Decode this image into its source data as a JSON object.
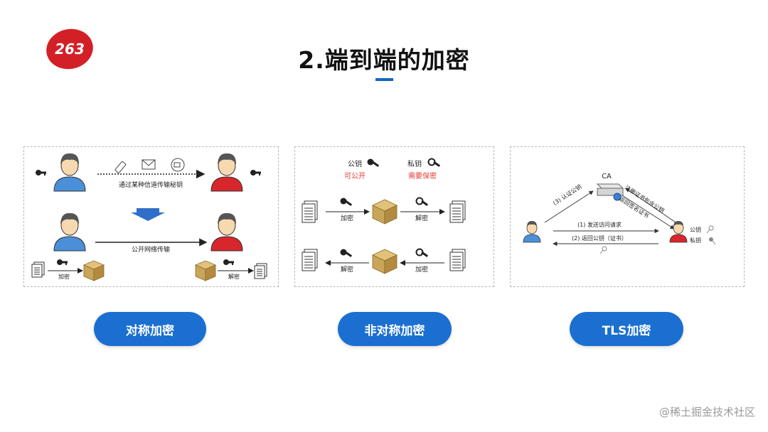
{
  "logo_text": "263",
  "title": "2.端到端的加密",
  "panels": {
    "symmetric": {
      "channel_label": "通过某种信道传输秘钥",
      "public_label": "公开网络传输",
      "encrypt_label": "加密",
      "decrypt_label": "解密"
    },
    "asymmetric": {
      "public_key": "公钥",
      "private_key": "私钥",
      "public_note": "可公开",
      "private_note": "需要保密",
      "row1_left": "加密",
      "row1_right": "解密",
      "row2_left": "解密",
      "row2_right": "加密"
    },
    "tls": {
      "ca": "CA",
      "step3": "(3) 认证公钥",
      "register": "注册证书包含公钥",
      "return_sign": "返回签名证书",
      "step1": "(1) 发送访问请求",
      "step2": "(2) 返回公钥（证书）",
      "public_key": "公钥",
      "private_key": "私钥"
    }
  },
  "buttons": {
    "symmetric": "对称加密",
    "asymmetric": "非对称加密",
    "tls": "TLS加密"
  },
  "watermark": "@稀土掘金技术社区",
  "colors": {
    "accent": "#1a6fd1",
    "logo_red": "#d32027",
    "note_red": "#e53935"
  }
}
